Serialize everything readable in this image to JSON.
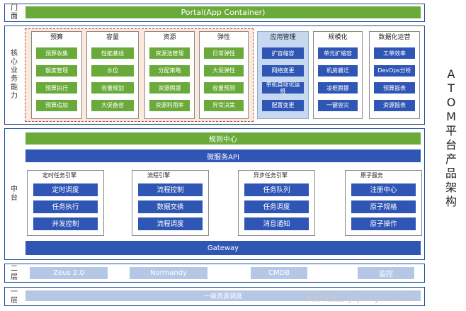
{
  "title_vertical": [
    "A",
    "T",
    "O",
    "M",
    "平",
    "台",
    "产",
    "品",
    "架",
    "构"
  ],
  "watermark": "云栖社区 yq.aliyun.com",
  "portal": {
    "side_label": [
      "门",
      "面"
    ],
    "bar": "Portal(App Container)"
  },
  "core": {
    "side_label": [
      "核",
      "心",
      "业",
      "务",
      "能",
      "力"
    ],
    "cards": [
      {
        "title": "预算",
        "items": [
          "预算收集",
          "额度管理",
          "预算执行",
          "预算追加"
        ]
      },
      {
        "title": "容量",
        "items": [
          "性能基线",
          "水位",
          "容量规划",
          "大促备容"
        ]
      },
      {
        "title": "资源",
        "items": [
          "资源池管理",
          "分配策略",
          "资源腾挪",
          "资源利用率"
        ]
      },
      {
        "title": "弹性",
        "items": [
          "日常弹性",
          "大促弹性",
          "容量预测",
          "异常决策"
        ]
      }
    ],
    "app_mgmt": {
      "title": "应用管理",
      "items": [
        "扩容缩容",
        "网络变更",
        "单机自动化运维",
        "配置变更"
      ]
    },
    "right_cards": [
      {
        "title": "规模化",
        "items": [
          "单元扩缩容",
          "机房搬迁",
          "凌框腾挪",
          "一键容灾"
        ]
      },
      {
        "title": "数据化运营",
        "items": [
          "工单效率",
          "DevOps分析",
          "预算报表",
          "资源报表"
        ]
      }
    ]
  },
  "middle": {
    "side_label": [
      "中",
      "台"
    ],
    "rule_center": "规则中心",
    "micro_api": "微服务API",
    "engines": [
      {
        "title": "定时任务引擎",
        "items": [
          "定时调度",
          "任务执行",
          "并发控制"
        ]
      },
      {
        "title": "流程引擎",
        "items": [
          "流程控制",
          "数据交换",
          "流程调度"
        ]
      },
      {
        "title": "异步任务引擎",
        "items": [
          "任务队列",
          "任务调度",
          "消息通知"
        ]
      },
      {
        "title": "原子服务",
        "items": [
          "注册中心",
          "原子规格",
          "原子操作"
        ]
      }
    ],
    "gateway": "Gateway"
  },
  "layer2": {
    "side_label": [
      "二",
      "层"
    ],
    "items": [
      "Zeus 2.0",
      "Normandy",
      "CMDB",
      "监控"
    ]
  },
  "layer1": {
    "side_label": [
      "一",
      "层"
    ],
    "bar": "一级资源调度"
  }
}
